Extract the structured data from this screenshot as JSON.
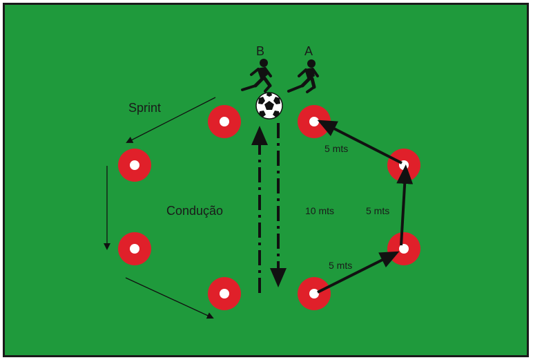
{
  "labels": {
    "player_b": "B",
    "player_a": "A",
    "sprint": "Sprint",
    "conducao": "Condução",
    "dist_10": "10 mts",
    "dist_5_top": "5 mts",
    "dist_5_right": "5 mts",
    "dist_5_bottom": "5 mts"
  },
  "colors": {
    "field": "#1f9a3c",
    "cone": "#e0202a",
    "arrow": "#111111"
  },
  "icons": [
    "player-silhouette-icon",
    "soccer-ball-icon",
    "cone-icon"
  ]
}
